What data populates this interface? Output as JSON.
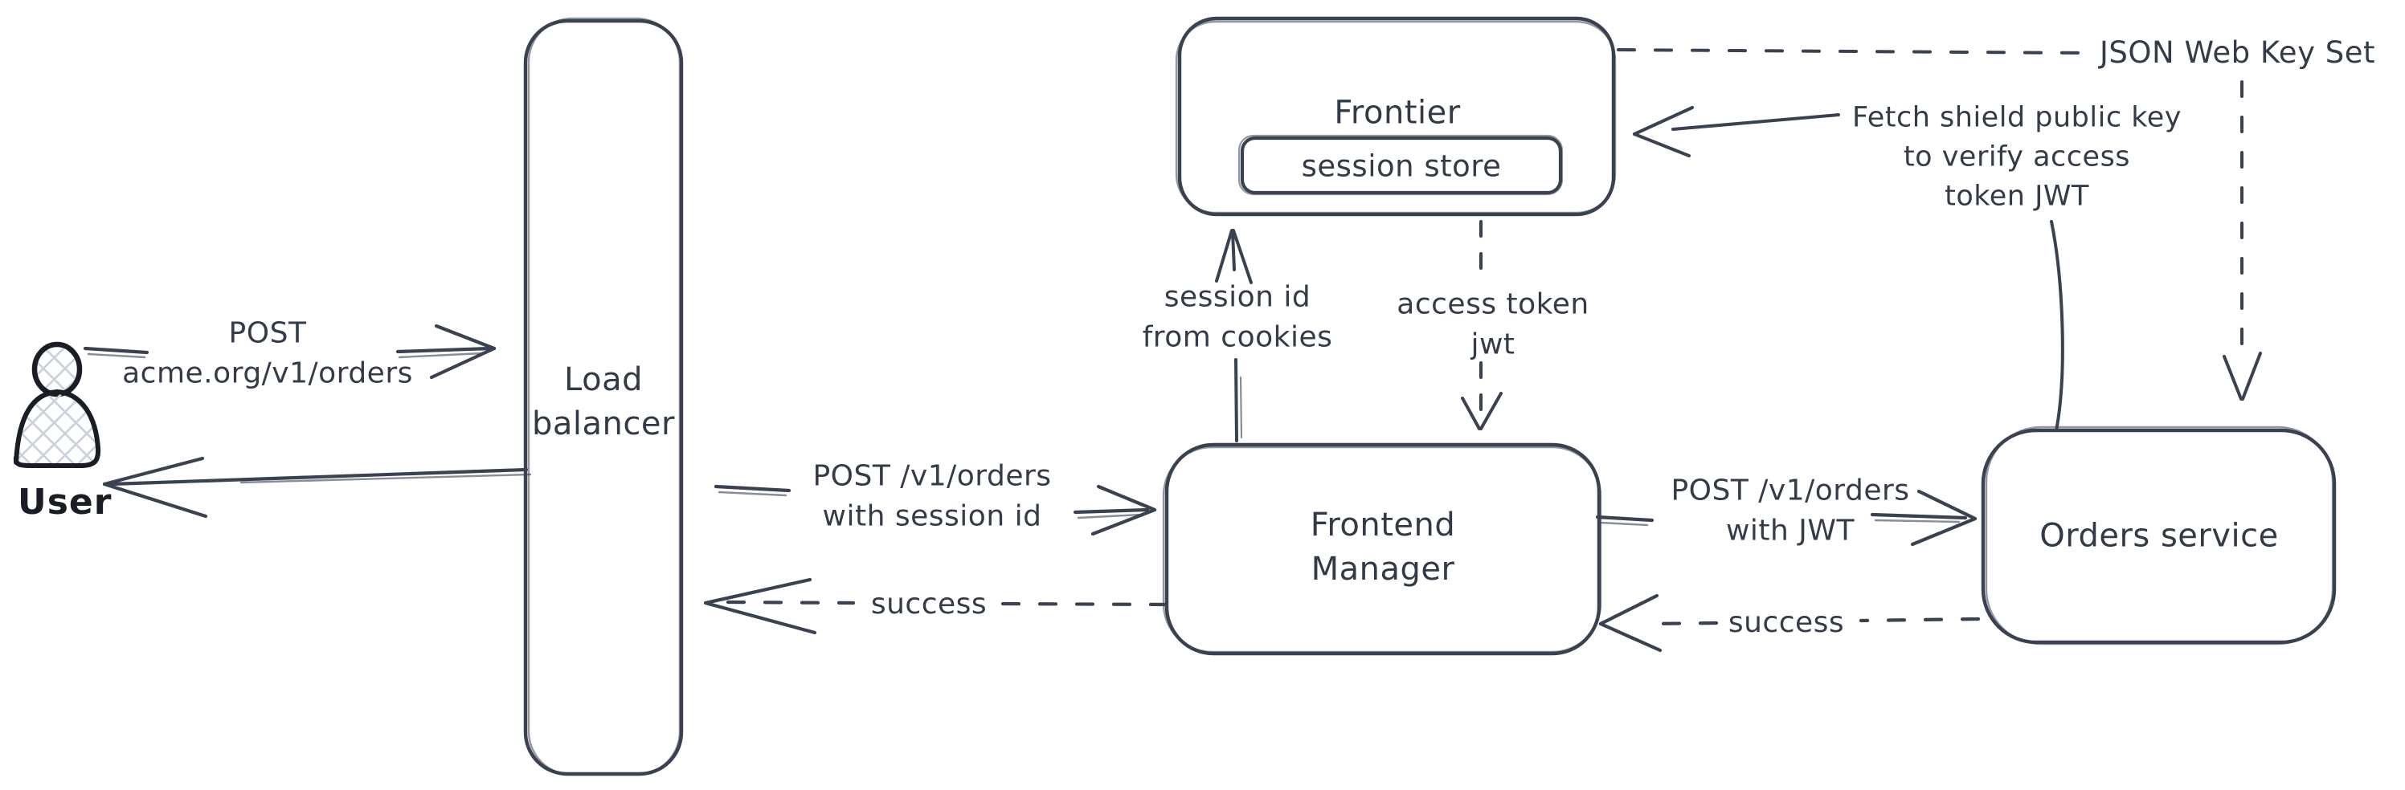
{
  "diagram": {
    "type": "architecture-sequence-sketch",
    "colors": {
      "background": "#ffffff",
      "stroke": "#3a4150",
      "text": "#343b49",
      "user_outline": "#1a1d24",
      "user_hatch_fill": "#c9d2dc"
    },
    "nodes": {
      "user": {
        "label": "User",
        "shape": "person-icon"
      },
      "load_balancer": {
        "label": "Load\nbalancer",
        "shape": "tall-rounded-rect"
      },
      "frontier": {
        "label": "Frontier",
        "shape": "rounded-rect"
      },
      "session_store": {
        "label": "session store",
        "shape": "nested-rounded-rect",
        "parent": "frontier"
      },
      "frontend_manager": {
        "label": "Frontend\nManager",
        "shape": "rounded-rect"
      },
      "orders_service": {
        "label": "Orders service",
        "shape": "rounded-rect"
      }
    },
    "edges": {
      "user_to_lb": {
        "label": "POST\nacme.org/v1/orders",
        "style": "solid",
        "direction": "right",
        "from": "user",
        "to": "load_balancer"
      },
      "lb_to_user": {
        "label": "",
        "style": "solid",
        "direction": "left",
        "from": "load_balancer",
        "to": "user"
      },
      "lb_to_fm": {
        "label": "POST /v1/orders\nwith session id",
        "style": "solid",
        "direction": "right",
        "from": "load_balancer",
        "to": "frontend_manager"
      },
      "fm_to_lb_success": {
        "label": "success",
        "style": "dashed",
        "direction": "left",
        "from": "frontend_manager",
        "to": "load_balancer"
      },
      "fm_to_frontier": {
        "label": "session id\nfrom cookies",
        "style": "solid",
        "direction": "up",
        "from": "frontend_manager",
        "to": "frontier"
      },
      "frontier_to_fm": {
        "label": "access token\njwt",
        "style": "dashed",
        "direction": "down",
        "from": "frontier",
        "to": "frontend_manager"
      },
      "fm_to_orders": {
        "label": "POST /v1/orders\nwith JWT",
        "style": "solid",
        "direction": "right",
        "from": "frontend_manager",
        "to": "orders_service"
      },
      "orders_to_fm_success": {
        "label": "success",
        "style": "dashed",
        "direction": "left",
        "from": "orders_service",
        "to": "frontend_manager"
      },
      "orders_to_frontier_fetch": {
        "label": "Fetch shield public key\nto verify access\ntoken JWT",
        "style": "solid",
        "direction": "left-into-frontier",
        "from": "orders_service",
        "to": "frontier"
      },
      "frontier_jwks": {
        "label": "JSON Web Key Set",
        "style": "dashed",
        "direction": "right-then-down",
        "from": "frontier",
        "to": "orders_service"
      }
    }
  }
}
